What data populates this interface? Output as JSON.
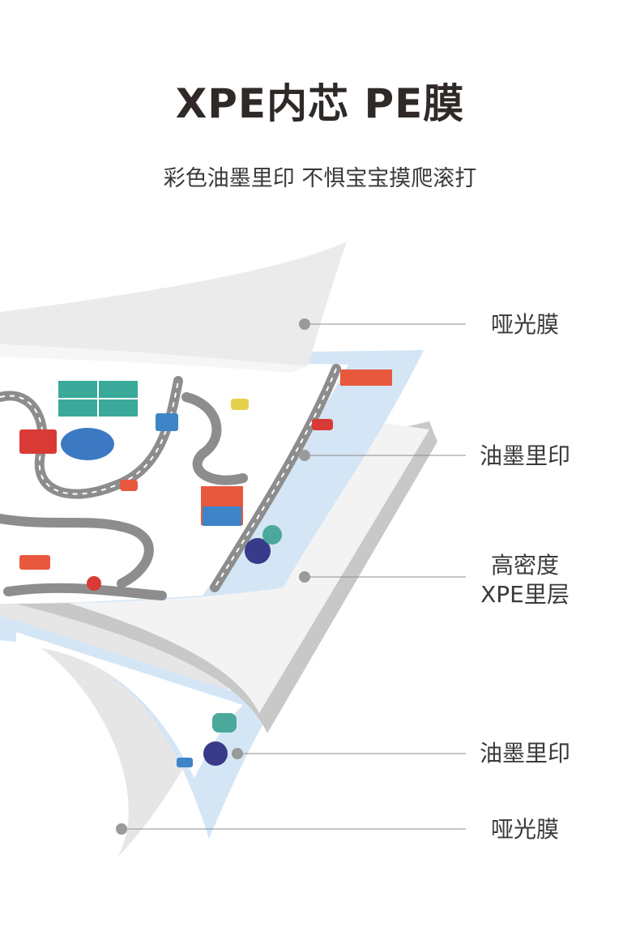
{
  "header": {
    "title": "XPE内芯 PE膜",
    "subtitle": "彩色油墨里印 不惧宝宝摸爬滚打"
  },
  "layers": [
    {
      "label_line1": "哑光膜",
      "label_line2": ""
    },
    {
      "label_line1": "油墨里印",
      "label_line2": ""
    },
    {
      "label_line1": "高密度",
      "label_line2": "XPE里层"
    },
    {
      "label_line1": "油墨里印",
      "label_line2": ""
    },
    {
      "label_line1": "哑光膜",
      "label_line2": ""
    }
  ],
  "colors": {
    "film": "#e9e9e9",
    "print_backing": "#d6e8f7",
    "core": "#f2f2f2",
    "core_edge": "#c9c9c9",
    "road": "#8d8d8d",
    "leader": "#8c8c8c",
    "title": "#2f2a28"
  }
}
